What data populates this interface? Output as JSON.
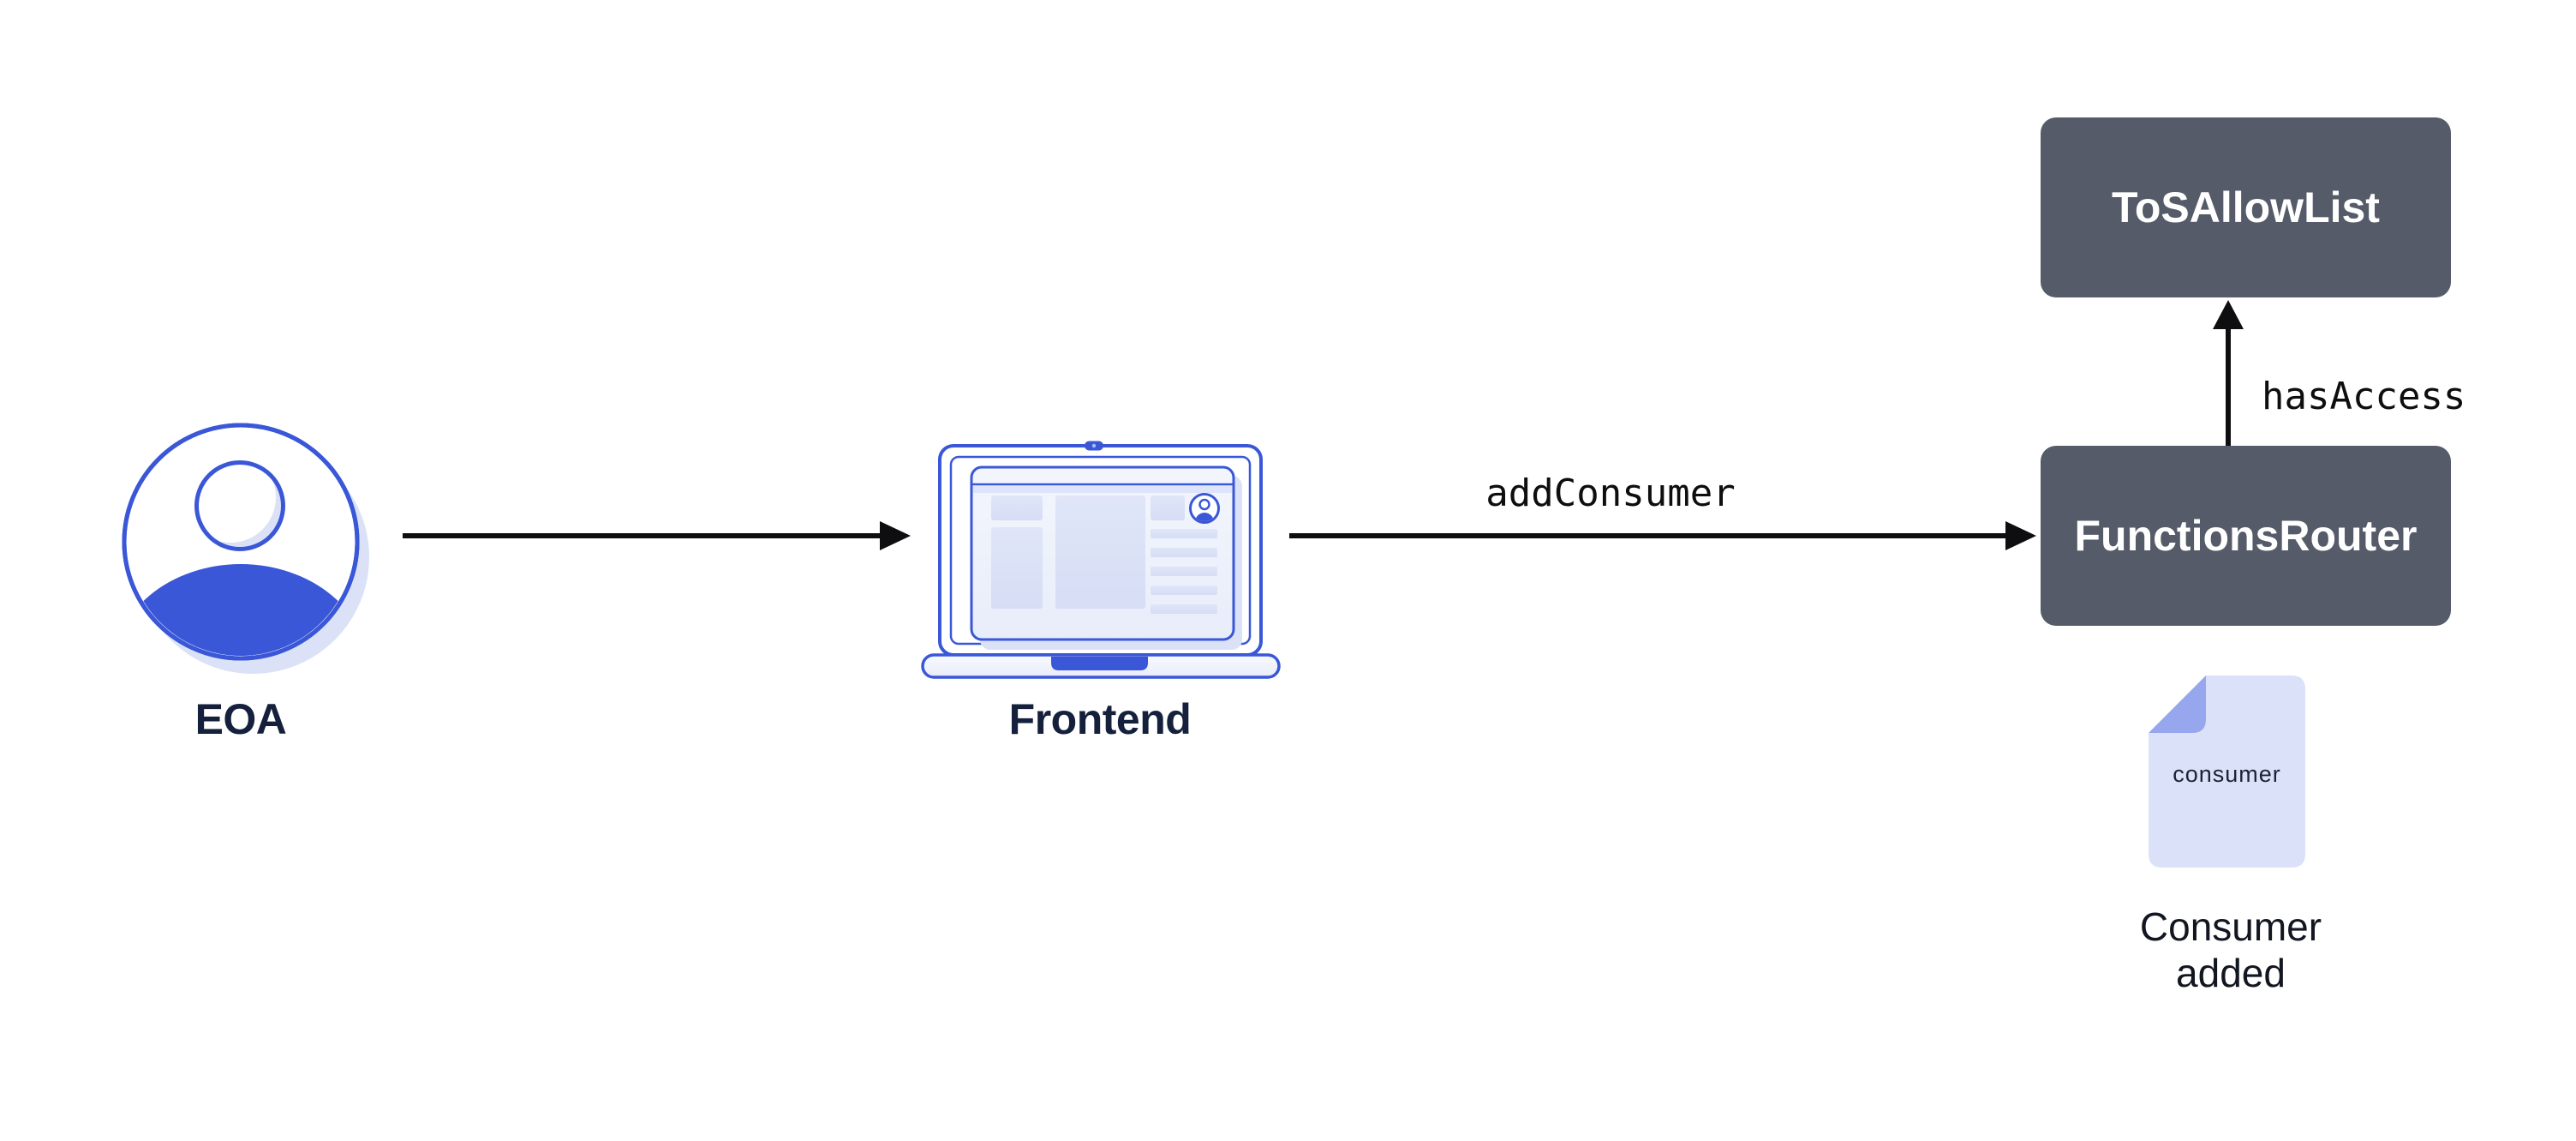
{
  "colors": {
    "blue": "#3A57D8",
    "lavender": "#DBE2F7",
    "fold": "#97A7ED",
    "doc-fill": "#DAE1F8",
    "block-fill": "#D9E0F6",
    "slate": "#555B68",
    "ink": "#15213C",
    "black": "#0E0E10",
    "box-text": "#FFFFFF"
  },
  "nodes": {
    "eoa": {
      "label": "EOA"
    },
    "frontend": {
      "label": "Frontend"
    },
    "tos_allow_list": {
      "label": "ToSAllowList"
    },
    "functions_router": {
      "label": "FunctionsRouter"
    },
    "consumer_doc": {
      "file_label": "consumer",
      "caption": "Consumer added"
    }
  },
  "edges": {
    "eoa_to_frontend": {
      "label": ""
    },
    "frontend_to_router": {
      "label": "addConsumer"
    },
    "router_to_allowlist": {
      "label": "hasAccess"
    }
  }
}
